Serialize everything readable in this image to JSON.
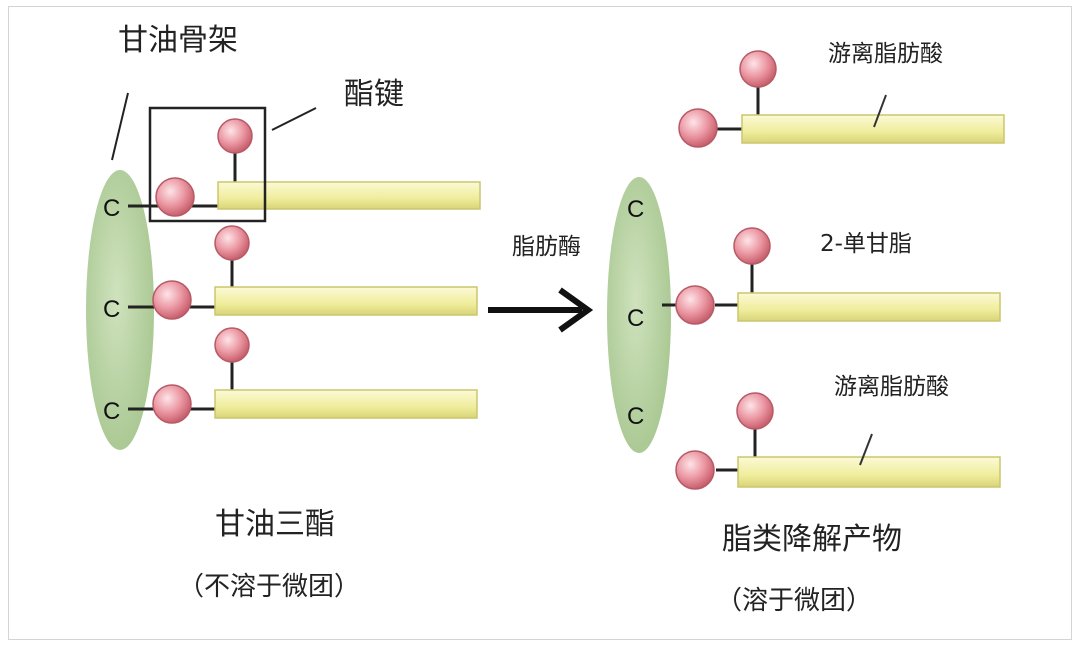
{
  "labels": {
    "glycerol_backbone": "甘油骨架",
    "ester_bond": "酯键",
    "enzyme": "脂肪酶",
    "free_fa_top": "游离脂肪酸",
    "monoglyceride": "2-单甘脂",
    "free_fa_bottom": "游离脂肪酸",
    "triglyceride": "甘油三酯",
    "tri_note": "（不溶于微团）",
    "products": "脂类降解产物",
    "products_note": "（溶于微团）",
    "carbon": "C"
  },
  "colors": {
    "glycerol_fill": "#b9d3a3",
    "chain_fill": "#f2f0a6",
    "chain_stroke": "#c9c46a",
    "ball_fill": "#e78a96",
    "ball_stroke": "#b65a66",
    "line": "#222222"
  }
}
